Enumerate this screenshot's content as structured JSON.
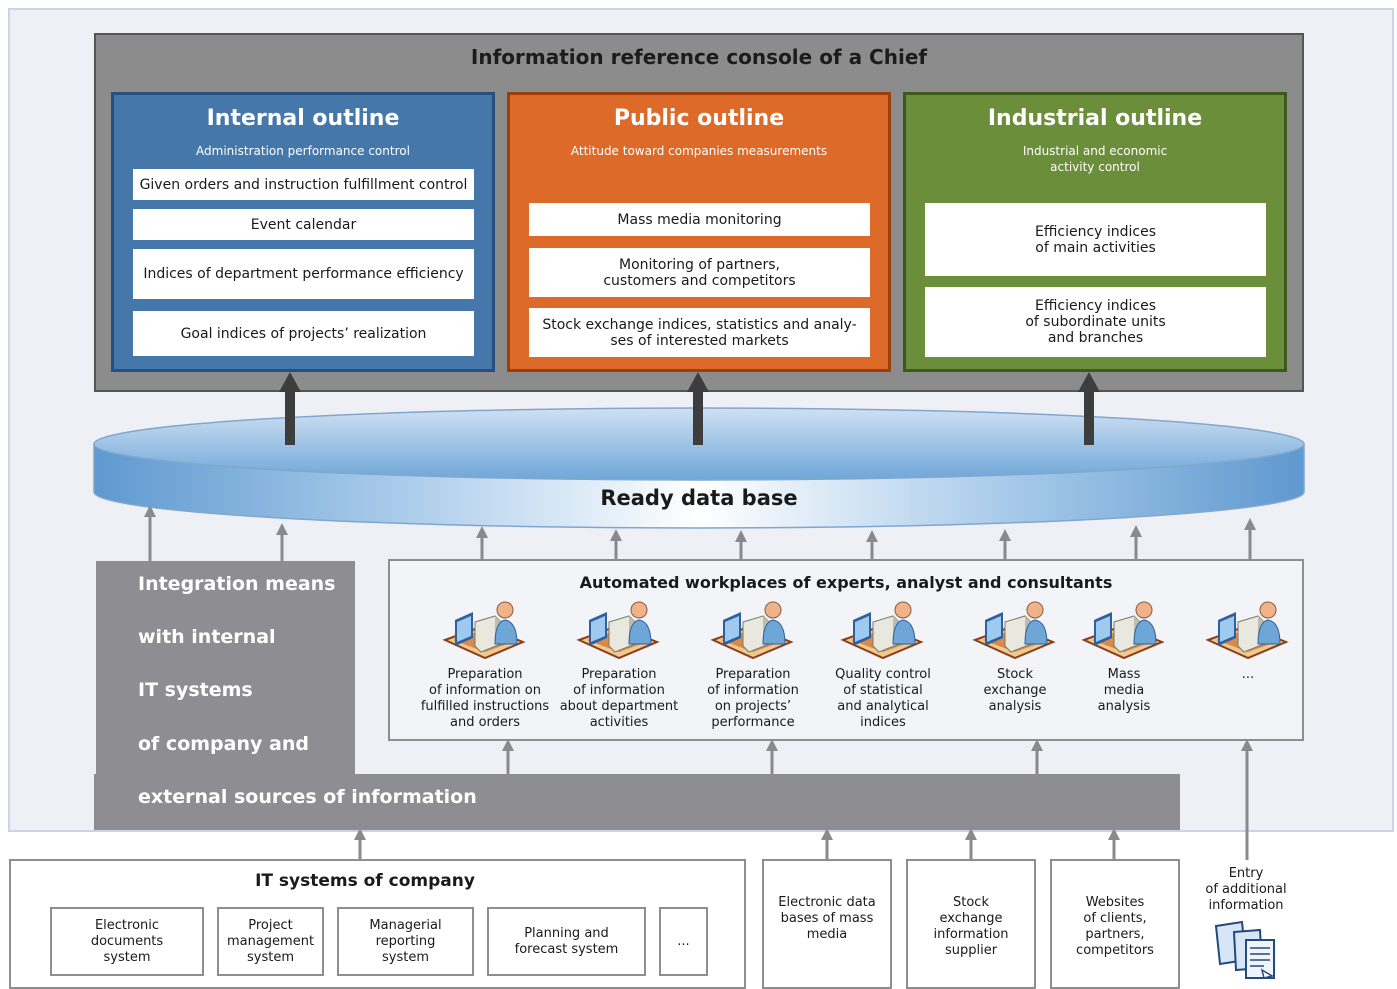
{
  "console": {
    "title": "Information reference console of a Chief"
  },
  "outlines": [
    {
      "title": "Internal outline",
      "subtitle": "Administration performance control",
      "items": [
        "Given orders and instruction fulfillment control",
        "Event calendar",
        "Indices of department performance efficiency",
        "Goal indices of projects’ realization"
      ]
    },
    {
      "title": "Public outline",
      "subtitle": "Attitude toward companies measurements",
      "items": [
        "Mass media monitoring",
        "Monitoring of partners,\ncustomers and competitors",
        "Stock exchange indices, statistics and analy-\nses of interested markets"
      ]
    },
    {
      "title": "Industrial outline",
      "subtitle": "Industrial and economic\nactivity control",
      "items": [
        "Efficiency indices\nof main activities",
        "Efficiency indices\nof subordinate units\nand branches"
      ]
    }
  ],
  "database": {
    "label": "Ready data base"
  },
  "integration": {
    "lines": [
      "Integration means",
      "with internal",
      "IT systems",
      "of company and",
      "external sources of information"
    ]
  },
  "workplaces": {
    "title": "Automated workplaces of experts, analyst and consultants",
    "items": [
      "Preparation\nof information on\nfulfilled instructions\nand orders",
      "Preparation\nof information\nabout department\nactivities",
      "Preparation\nof information\non projects’\nperformance",
      "Quality control\nof statistical\nand analytical\nindices",
      "Stock\nexchange\nanalysis",
      "Mass\nmedia\nanalysis",
      "..."
    ]
  },
  "it_systems": {
    "title": "IT systems of company",
    "items": [
      "Electronic\ndocuments\nsystem",
      "Project\nmanagement\nsystem",
      "Managerial\nreporting\nsystem",
      "Planning and\nforecast system",
      "..."
    ]
  },
  "sources": [
    "Electronic data\nbases of mass\nmedia",
    "Stock\nexchange\ninformation\nsupplier",
    "Websites\nof clients,\npartners,\ncompetitors"
  ],
  "entry": {
    "label": "Entry\nof additional\ninformation"
  },
  "colors": {
    "internal": "#4677aa",
    "public": "#dd6a28",
    "industrial": "#6b8e3b",
    "console": "#8c8c8c",
    "integration": "#8e8e92"
  }
}
